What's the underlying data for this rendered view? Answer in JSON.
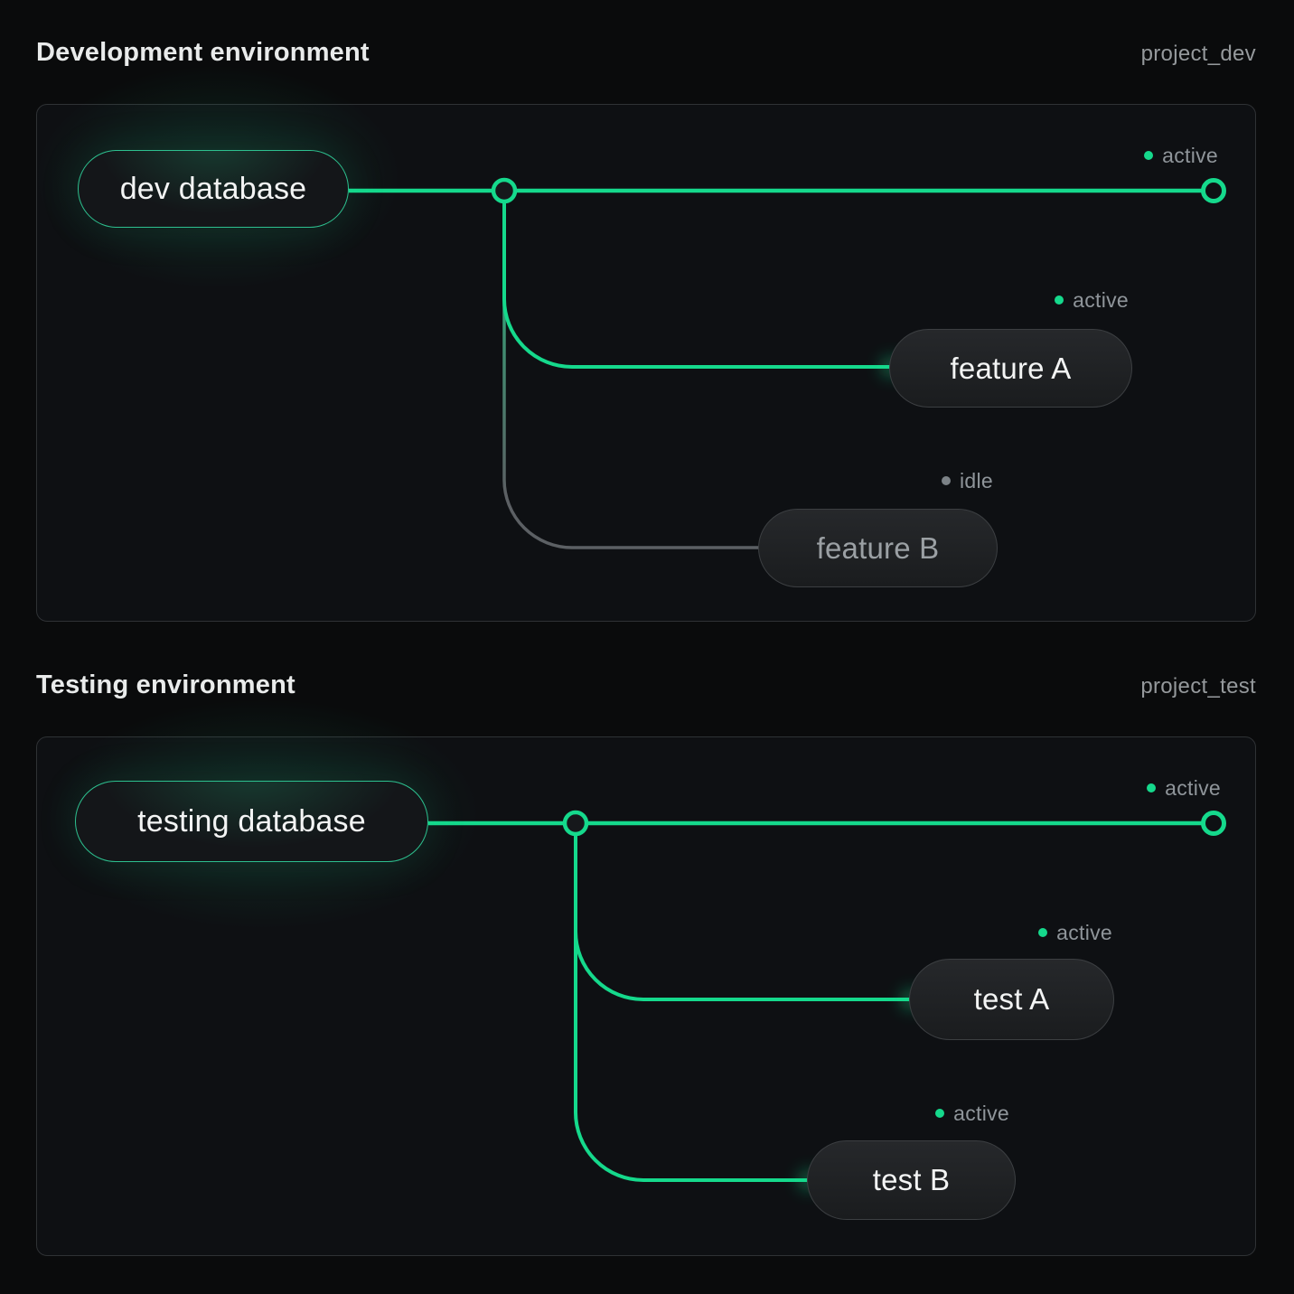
{
  "colors": {
    "accent_green": "#15d98c",
    "idle_line": "#5c6064",
    "panel_border": "#2f3235",
    "panel_bg": "#0e1013",
    "page_bg": "#0a0b0c",
    "status_text": "#8f959a"
  },
  "panels": [
    {
      "title": "Development environment",
      "project": "project_dev",
      "database": {
        "label": "dev database",
        "state": "active"
      },
      "trunk": {
        "status": "active",
        "state": "active"
      },
      "branches": [
        {
          "label": "feature A",
          "status": "active",
          "state": "active"
        },
        {
          "label": "feature B",
          "status": "idle",
          "state": "idle"
        }
      ]
    },
    {
      "title": "Testing environment",
      "project": "project_test",
      "database": {
        "label": "testing database",
        "state": "active"
      },
      "trunk": {
        "status": "active",
        "state": "active"
      },
      "branches": [
        {
          "label": "test A",
          "status": "active",
          "state": "active"
        },
        {
          "label": "test B",
          "status": "active",
          "state": "active"
        }
      ]
    }
  ]
}
